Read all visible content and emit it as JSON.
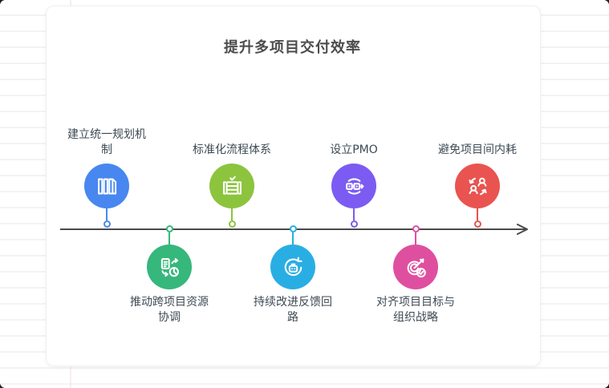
{
  "page": {
    "title": "提升多项目交付效率"
  },
  "colors": {
    "axis": "#4a4a4a",
    "label_text": "#3d4a54",
    "title_text": "#4c4c4c",
    "card_bg": "#ffffff"
  },
  "timeline": {
    "direction": "left-to-right-arrow",
    "nodes": [
      {
        "label": "建立统一规划机制",
        "side": "top",
        "color": "#4787ef",
        "icon": "planning-books-icon"
      },
      {
        "label": "推动跨项目资源协调",
        "side": "bottom",
        "color": "#36b77b",
        "icon": "resource-sync-icon"
      },
      {
        "label": "标准化流程体系",
        "side": "top",
        "color": "#8cc43e",
        "icon": "process-stack-icon"
      },
      {
        "label": "持续改进反馈回路",
        "side": "bottom",
        "color": "#29aee3",
        "icon": "feedback-loop-icon"
      },
      {
        "label": "设立PMO",
        "side": "top",
        "color": "#7b5bf2",
        "icon": "pmo-flow-icon"
      },
      {
        "label": "对齐项目目标与组织战略",
        "side": "bottom",
        "color": "#df4fa0",
        "icon": "goal-target-icon"
      },
      {
        "label": "避免项目间内耗",
        "side": "top",
        "color": "#e95450",
        "icon": "people-swap-icon"
      }
    ]
  }
}
